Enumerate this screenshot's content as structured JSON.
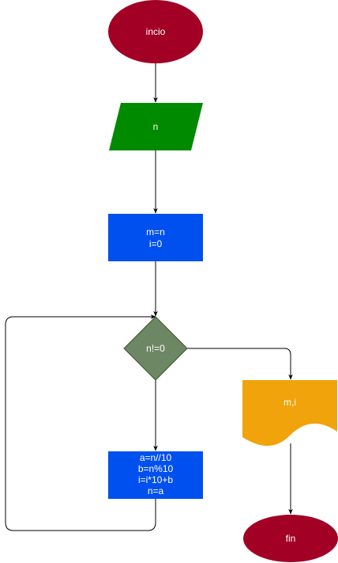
{
  "nodes": {
    "start": {
      "label": "incio",
      "color": "#a20025",
      "shape": "ellipse"
    },
    "input": {
      "label": "n",
      "color": "#008a00",
      "shape": "parallelogram"
    },
    "init": {
      "lines": [
        "m=n",
        "i=0"
      ],
      "color": "#0050ef",
      "shape": "rectangle"
    },
    "decision": {
      "label": "n!=0",
      "color": "#6d8764",
      "shape": "diamond"
    },
    "loop_body": {
      "lines": [
        "a=n//10",
        "b=n%10",
        "i=i*10+b",
        "n=a"
      ],
      "color": "#0050ef",
      "shape": "rectangle"
    },
    "output": {
      "label": "m,i",
      "color": "#f0a30a",
      "shape": "document"
    },
    "end": {
      "label": "fin",
      "color": "#a20025",
      "shape": "ellipse"
    }
  },
  "edges": [
    {
      "from": "start",
      "to": "input"
    },
    {
      "from": "input",
      "to": "init"
    },
    {
      "from": "init",
      "to": "decision"
    },
    {
      "from": "decision",
      "to": "loop_body"
    },
    {
      "from": "loop_body",
      "to": "decision"
    },
    {
      "from": "decision",
      "to": "output"
    },
    {
      "from": "output",
      "to": "end"
    }
  ]
}
